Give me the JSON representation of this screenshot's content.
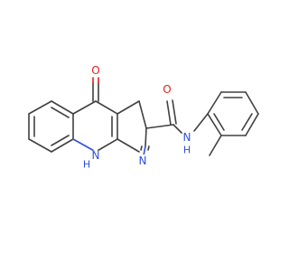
{
  "atom_labels": {
    "ketone_o": "O",
    "amide_o": "O",
    "amide_n": "N",
    "amide_h": "H",
    "ring_n": "N",
    "ring_h": "H",
    "nitrile_n": "N"
  },
  "colors": {
    "bond": "#404040",
    "oxygen": "#e02020",
    "nitrogen": "#2f4fe0",
    "background": "#ffffff"
  }
}
